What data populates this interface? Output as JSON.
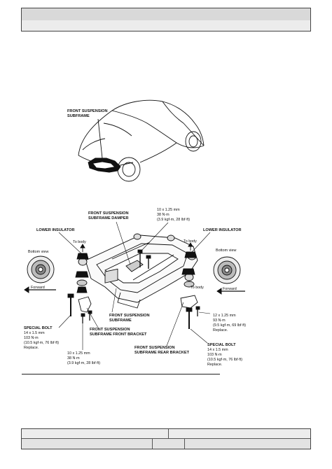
{
  "labels": {
    "subframe_top_1": "FRONT SUSPENSION",
    "subframe_top_2": "SUBFRAME",
    "damper_1": "FRONT SUSPENSION",
    "damper_2": "SUBFRAME DAMPER",
    "torque_top_1": "10 x 1.25 mm",
    "torque_top_2": "38 N·m",
    "torque_top_3": "(3.9 kgf·m, 28 lbf·ft)",
    "lower_insulator_left": "LOWER INSULATOR",
    "lower_insulator_right": "LOWER INSULATOR",
    "to_body_left": "To body",
    "to_body_right": "To body",
    "to_body_right_mid": "To body",
    "bottom_view_left": "Bottom view",
    "bottom_view_right": "Bottom view",
    "forward_left": "Forward",
    "forward_right": "Forward",
    "subframe_mid_1": "FRONT SUSPENSION",
    "subframe_mid_2": "SUBFRAME",
    "front_bracket_1": "FRONT SUSPENSION",
    "front_bracket_2": "SUBFRAME FRONT BRACKET",
    "special_bolt_left_1": "SPECIAL BOLT",
    "special_bolt_left_2": "14 x 1.5 mm",
    "special_bolt_left_3": "103 N·m",
    "special_bolt_left_4": "(10.5 kgf·m, 76 lbf·ft)",
    "special_bolt_left_5": "Replace.",
    "torque_bottom_1": "10 x 1.25 mm",
    "torque_bottom_2": "38 N·m",
    "torque_bottom_3": "(3.9 kgf·m, 28 lbf·ft)",
    "rear_bracket_1": "FRONT SUSPENSION",
    "rear_bracket_2": "SUBFRAME REAR BRACKET",
    "torque_right_1": "12 x 1.25 mm",
    "torque_right_2": "93 N·m",
    "torque_right_3": "(9.5 kgf·m, 69 lbf·ft)",
    "torque_right_4": "Replace.",
    "special_bolt_right_1": "SPECIAL BOLT",
    "special_bolt_right_2": "14 x 1.5 mm",
    "special_bolt_right_3": "103 N·m",
    "special_bolt_right_4": "(10.5 kgf·m, 76 lbf·ft)",
    "special_bolt_right_5": "Replace."
  }
}
